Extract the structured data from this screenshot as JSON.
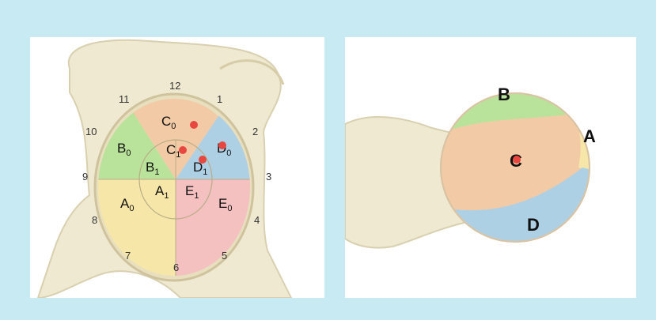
{
  "left": {
    "clock_labels": [
      "12",
      "1",
      "2",
      "3",
      "4",
      "5",
      "6",
      "7",
      "8",
      "9",
      "10",
      "11"
    ],
    "zones": [
      {
        "base": "C",
        "sub": "0"
      },
      {
        "base": "C",
        "sub": "1"
      },
      {
        "base": "B",
        "sub": "0"
      },
      {
        "base": "B",
        "sub": "1"
      },
      {
        "base": "D",
        "sub": "0"
      },
      {
        "base": "D",
        "sub": "1"
      },
      {
        "base": "A",
        "sub": "1"
      },
      {
        "base": "A",
        "sub": "0"
      },
      {
        "base": "E",
        "sub": "1"
      },
      {
        "base": "E",
        "sub": "0"
      }
    ]
  },
  "right": {
    "regions": [
      "A",
      "B",
      "C",
      "D"
    ]
  },
  "colors": {
    "frame": "#c8eaf2",
    "bone": "#efe9d2",
    "zone_a": "#f6e7a9",
    "zone_b": "#b9e39a",
    "zone_c": "#f2cba6",
    "zone_d": "#aed0e4",
    "zone_e": "#f4c0c0",
    "marker": "#e8473f"
  }
}
